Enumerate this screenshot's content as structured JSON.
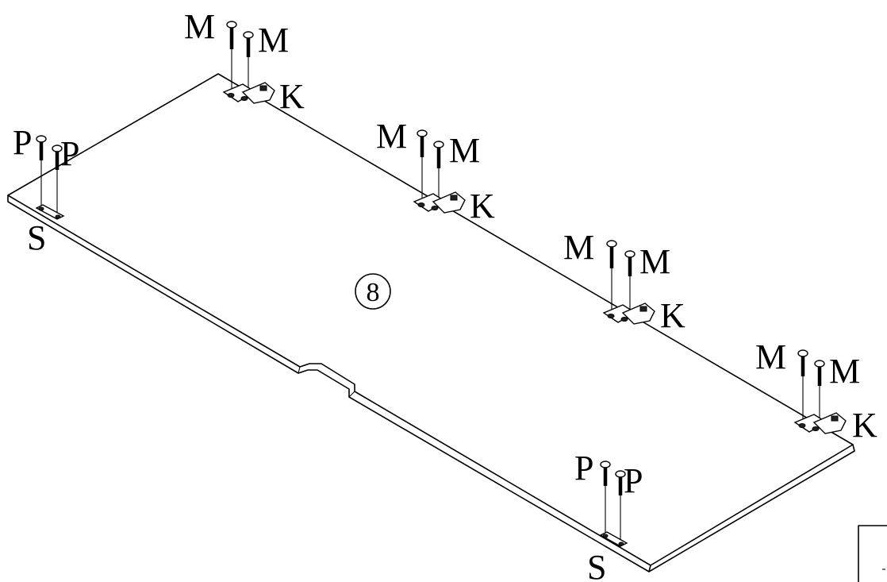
{
  "diagram": {
    "panel_number": "8",
    "hardware_labels": {
      "screw_m": "M",
      "screw_p": "P",
      "hinge_k": "K",
      "plate_s": "S"
    }
  },
  "colors": {
    "line": "#000000",
    "background": "#ffffff"
  }
}
